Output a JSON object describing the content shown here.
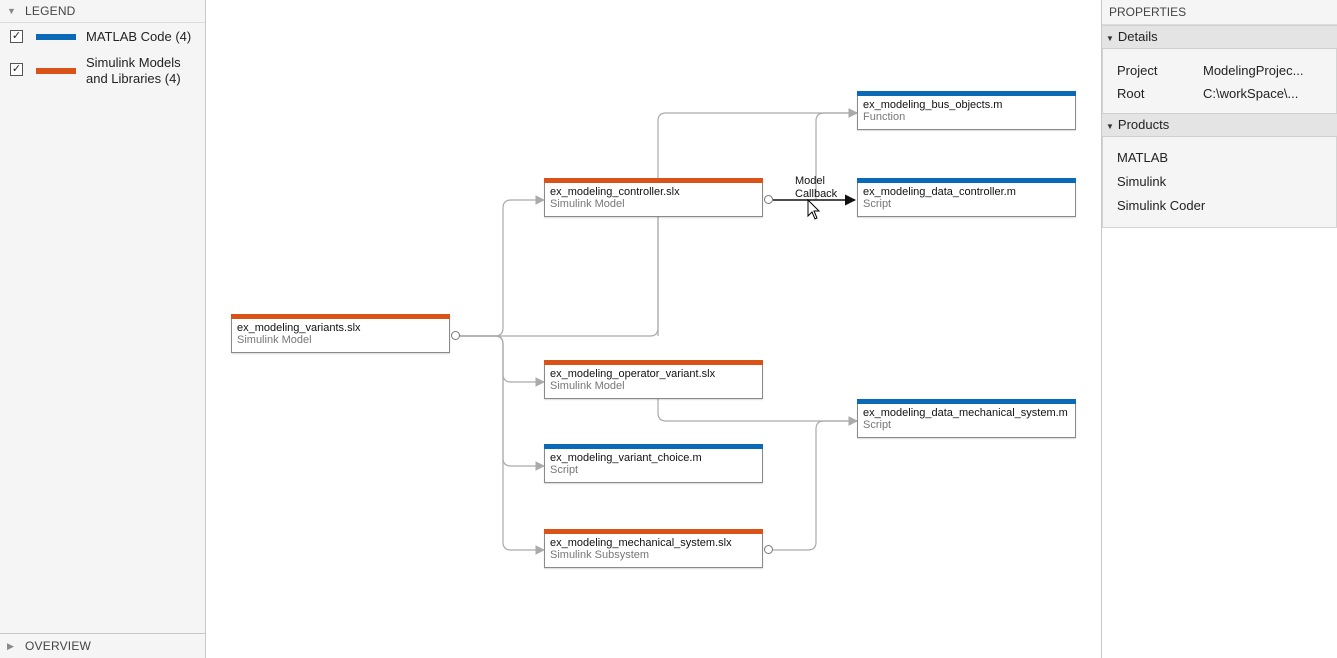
{
  "legend": {
    "title": "LEGEND",
    "items": [
      {
        "label": "MATLAB Code (4)",
        "checked": true,
        "color": "#0a6ab8"
      },
      {
        "label": "Simulink Models and Libraries (4)",
        "checked": true,
        "color": "#d95319"
      }
    ],
    "overview_title": "OVERVIEW"
  },
  "graph": {
    "colors": {
      "matlab": "#0a6ab8",
      "simulink": "#d95319",
      "edge": "#aaaaaa",
      "highlight": "#111111"
    },
    "nodes": [
      {
        "name": "ex_modeling_variants.slx",
        "type": "Simulink Model",
        "kind": "simulink"
      },
      {
        "name": "ex_modeling_controller.slx",
        "type": "Simulink Model",
        "kind": "simulink"
      },
      {
        "name": "ex_modeling_operator_variant.slx",
        "type": "Simulink Model",
        "kind": "simulink"
      },
      {
        "name": "ex_modeling_variant_choice.m",
        "type": "Script",
        "kind": "matlab"
      },
      {
        "name": "ex_modeling_mechanical_system.slx",
        "type": "Simulink Subsystem",
        "kind": "simulink"
      },
      {
        "name": "ex_modeling_bus_objects.m",
        "type": "Function",
        "kind": "matlab"
      },
      {
        "name": "ex_modeling_data_controller.m",
        "type": "Script",
        "kind": "matlab"
      },
      {
        "name": "ex_modeling_data_mechanical_system.m",
        "type": "Script",
        "kind": "matlab"
      }
    ],
    "edge_label": {
      "line1": "Model",
      "line2": "Callback"
    }
  },
  "properties": {
    "title": "PROPERTIES",
    "details": {
      "header": "Details",
      "rows": [
        {
          "key": "Project",
          "value": "ModelingProjec..."
        },
        {
          "key": "Root",
          "value": "C:\\workSpace\\..."
        }
      ]
    },
    "products": {
      "header": "Products",
      "items": [
        "MATLAB",
        "Simulink",
        "Simulink Coder"
      ]
    }
  }
}
